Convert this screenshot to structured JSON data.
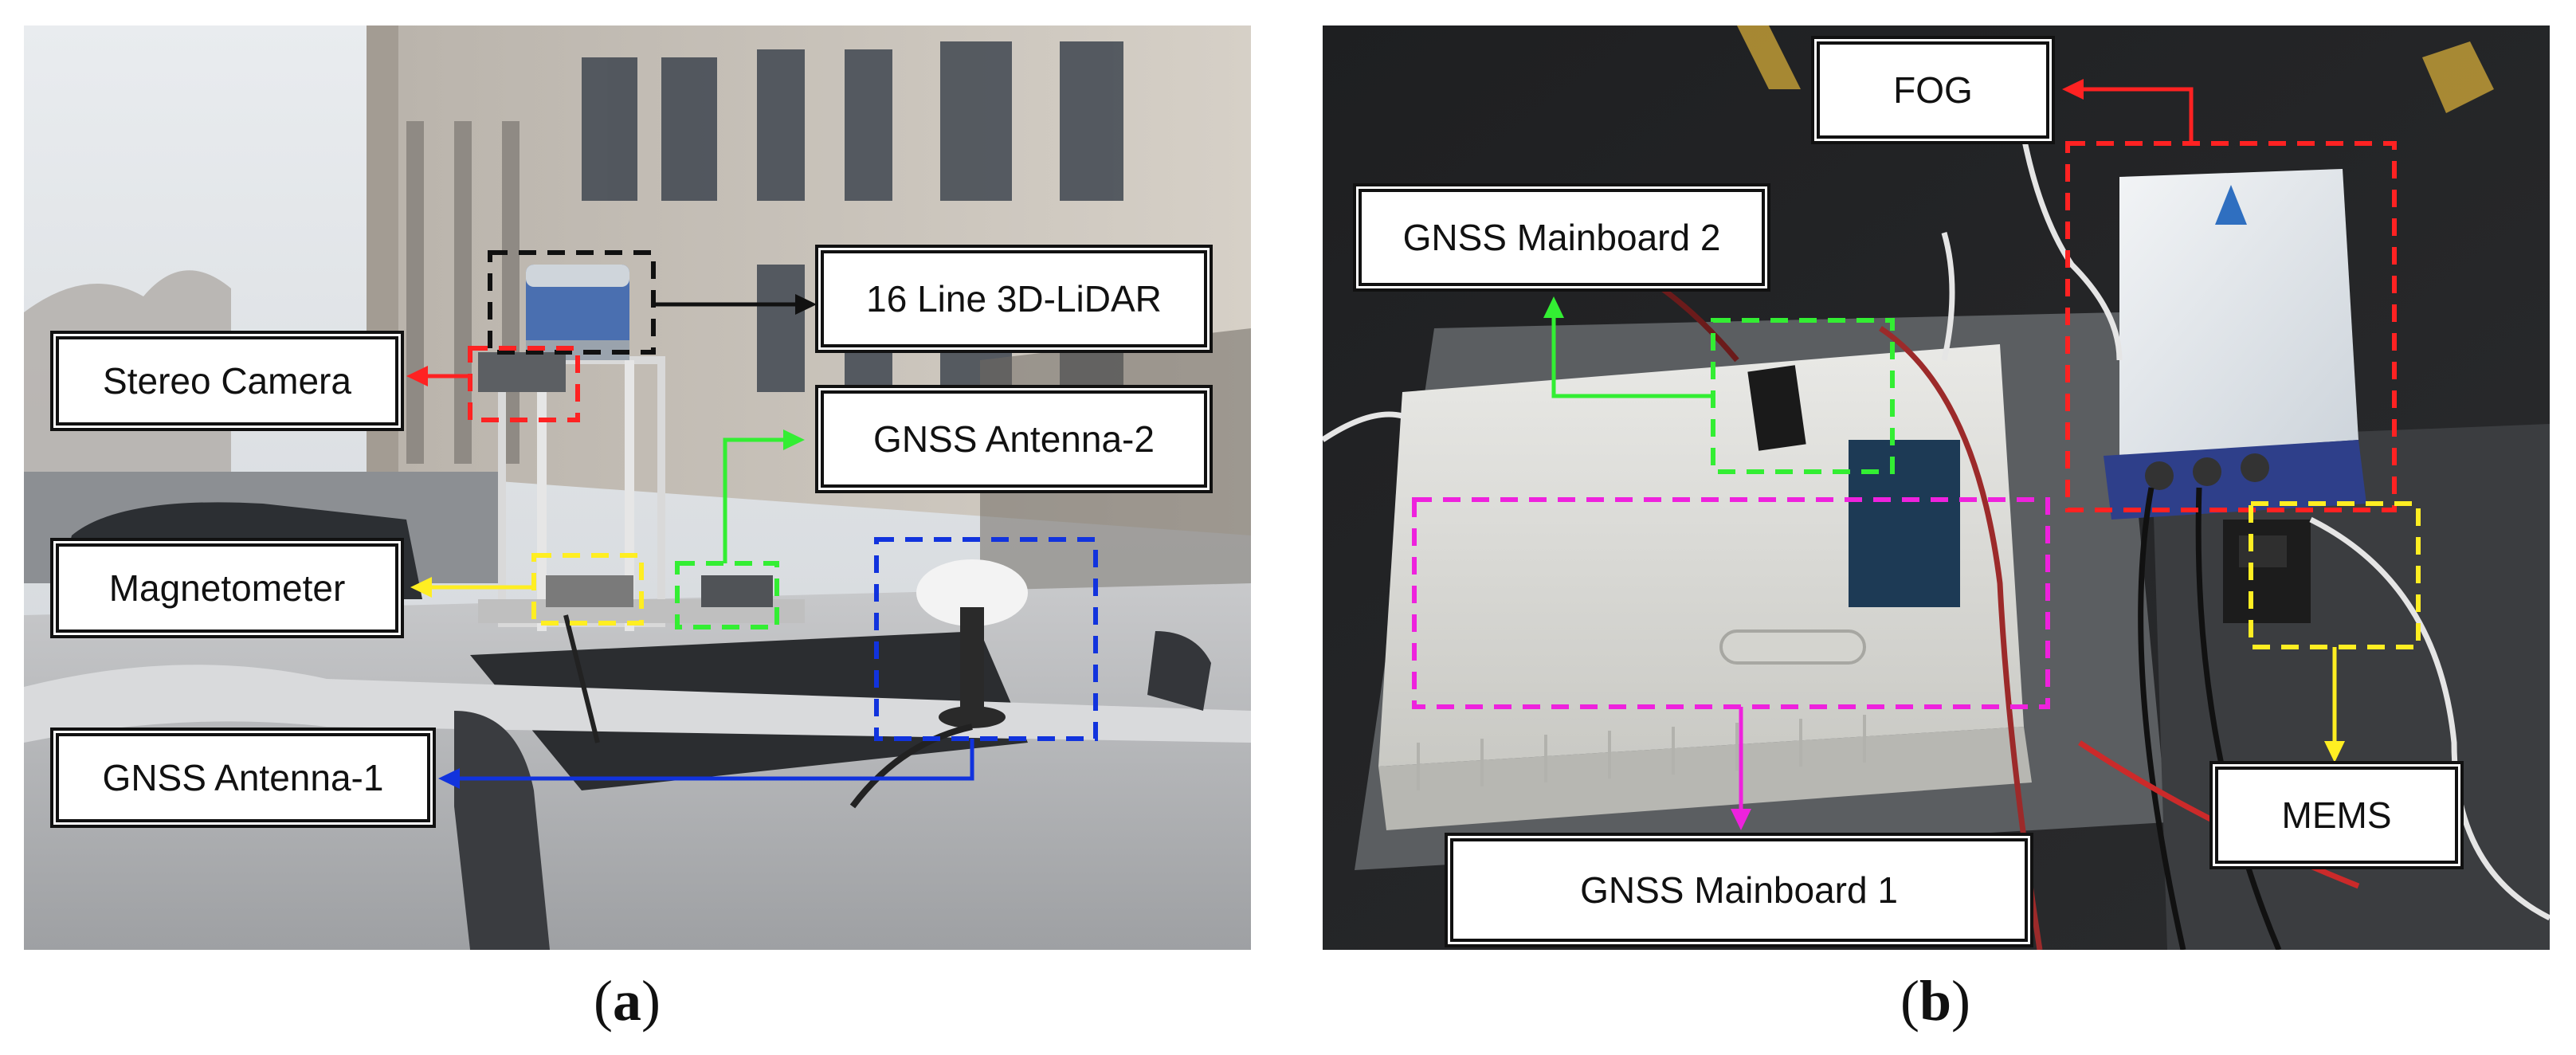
{
  "panel_a": {
    "caption_open": "(",
    "caption_letter": "a",
    "caption_close": ")",
    "labels": {
      "lidar": "16 Line 3D-LiDAR",
      "stereo": "Stereo Camera",
      "gnss_ant2": "GNSS Antenna-2",
      "magnetometer": "Magnetometer",
      "gnss_ant1": "GNSS Antenna-1"
    }
  },
  "panel_b": {
    "caption_open": "(",
    "caption_letter": "b",
    "caption_close": ")",
    "labels": {
      "fog": "FOG",
      "mainboard2": "GNSS Mainboard 2",
      "mainboard1": "GNSS Mainboard 1",
      "mems": "MEMS"
    }
  },
  "colors": {
    "black": "#111111",
    "red": "#ff2222",
    "green": "#33ee33",
    "yellow": "#ffee22",
    "blue": "#1133dd",
    "magenta": "#ee22dd"
  }
}
